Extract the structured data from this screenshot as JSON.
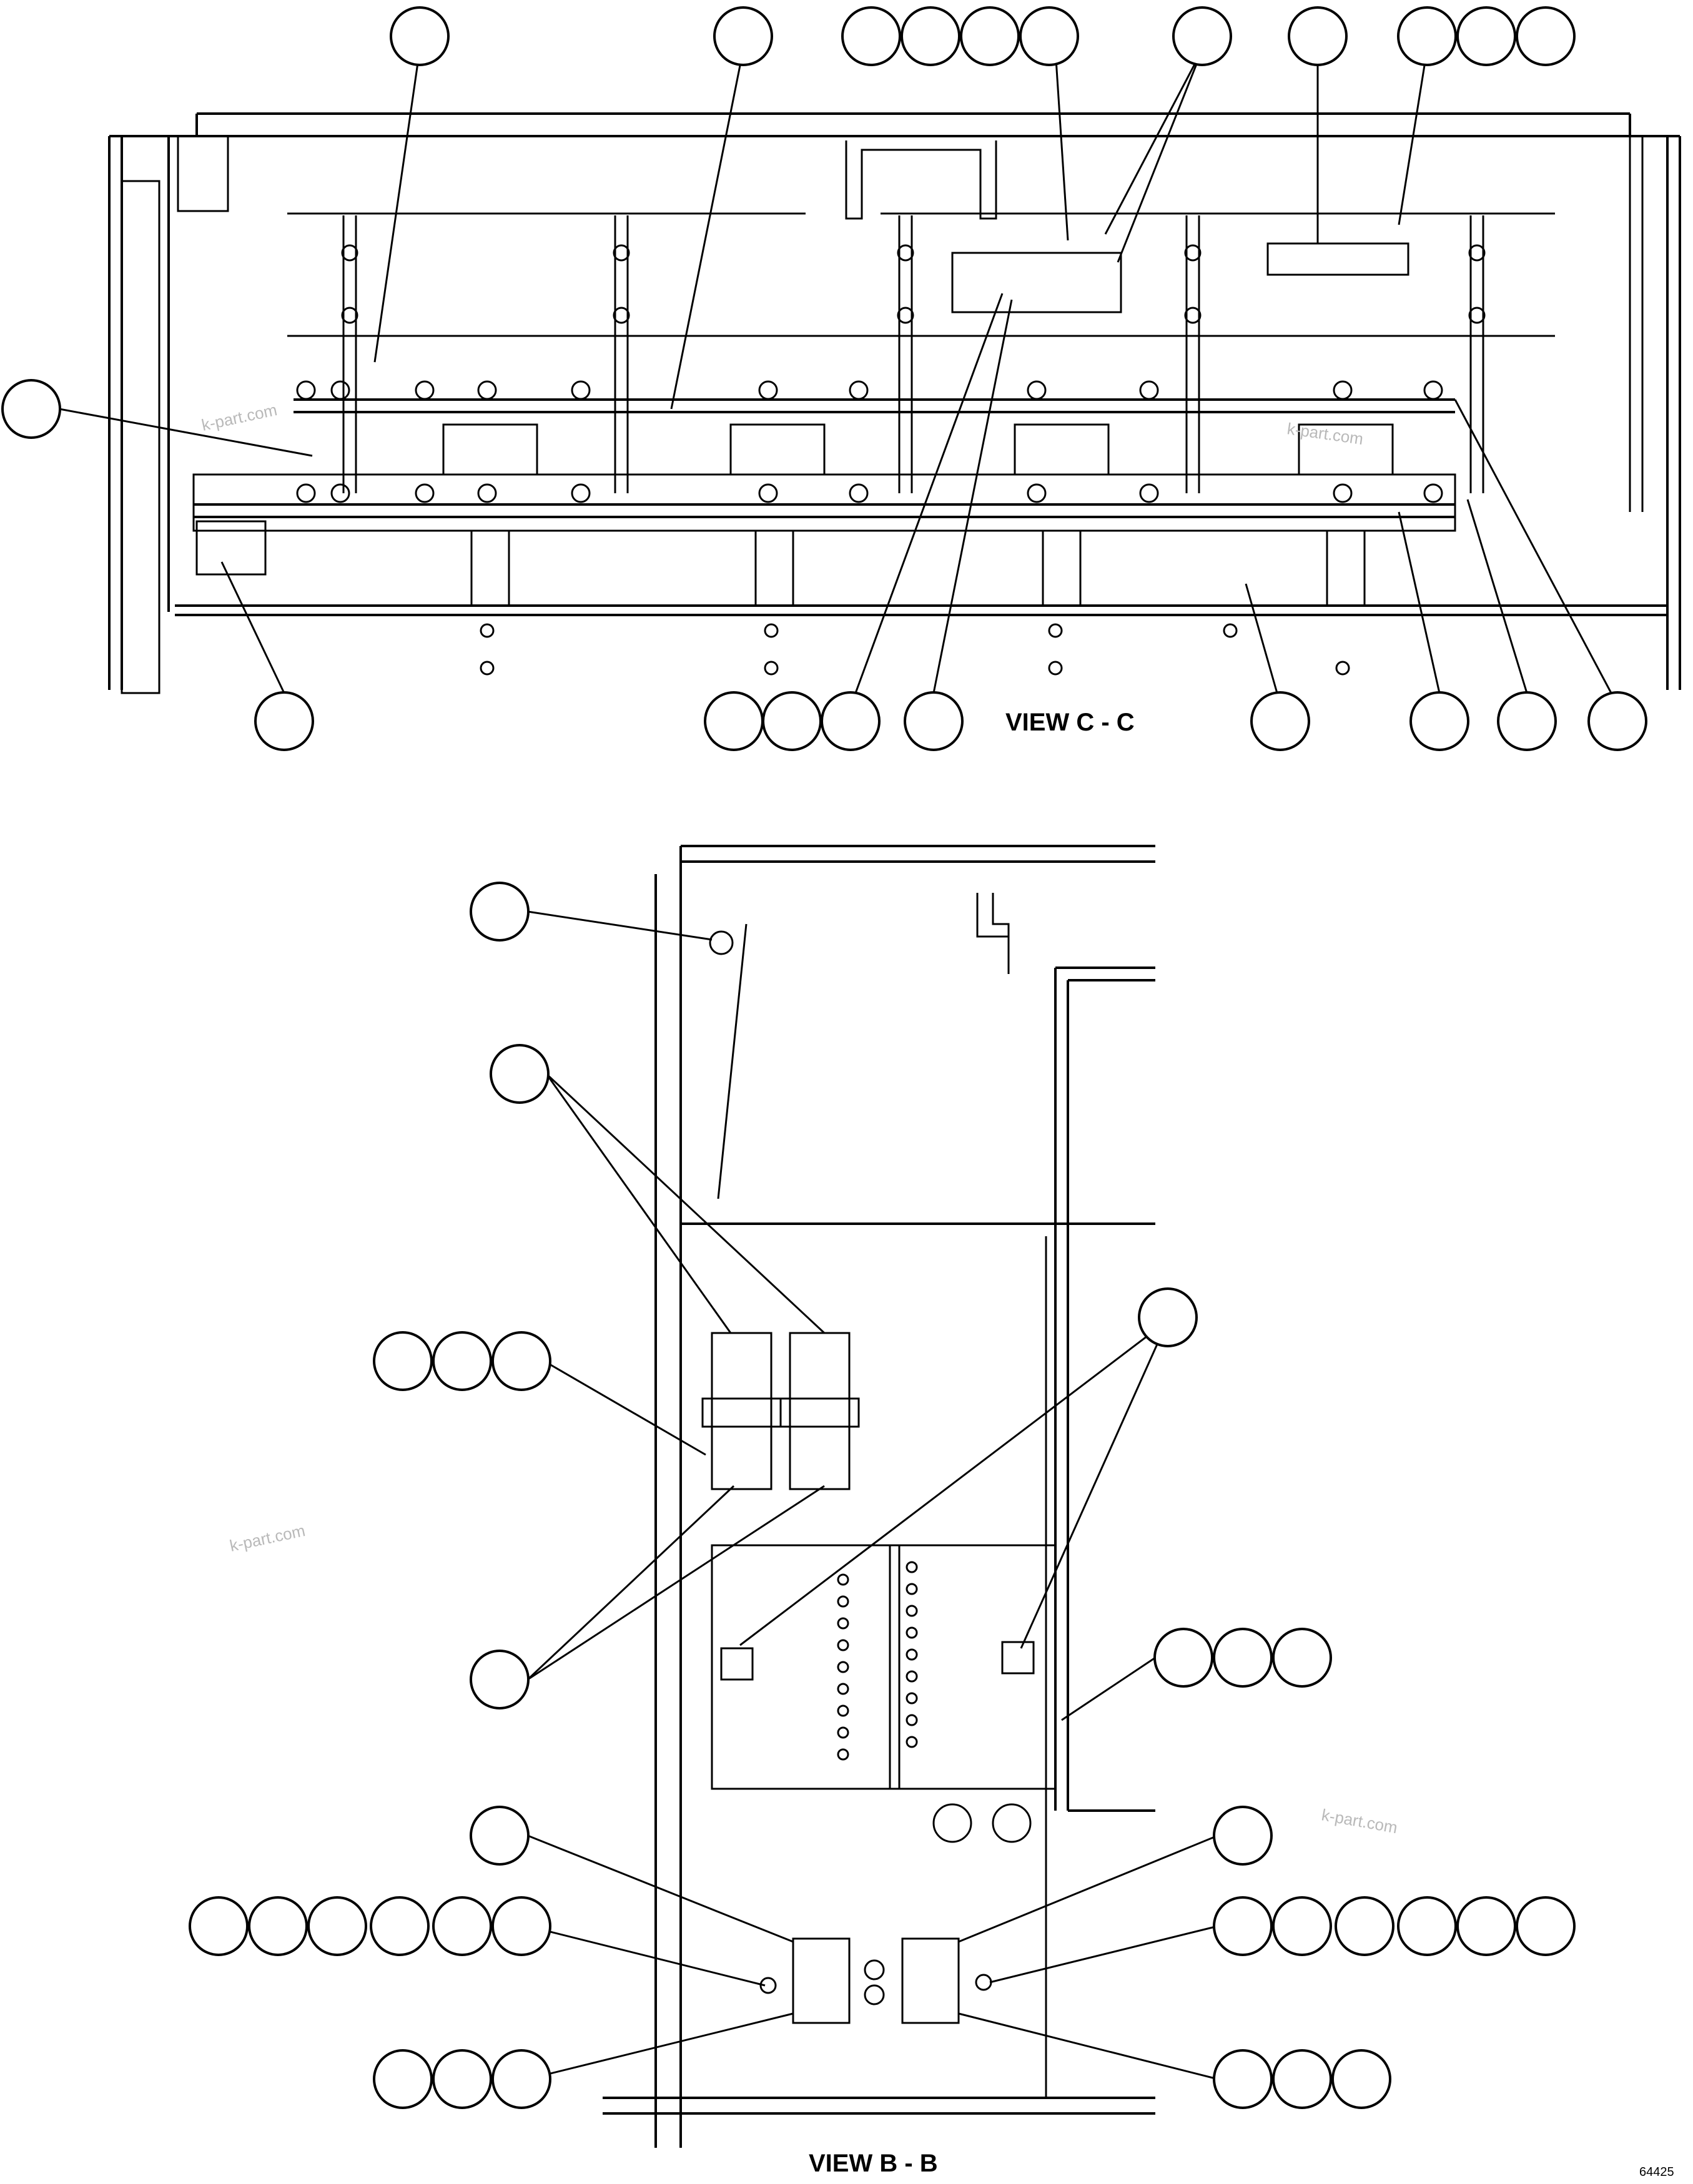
{
  "views": {
    "top_caption": "VIEW C - C",
    "bottom_caption": "VIEW B - B"
  },
  "watermark": "k-part.com",
  "reference_number": "64425"
}
